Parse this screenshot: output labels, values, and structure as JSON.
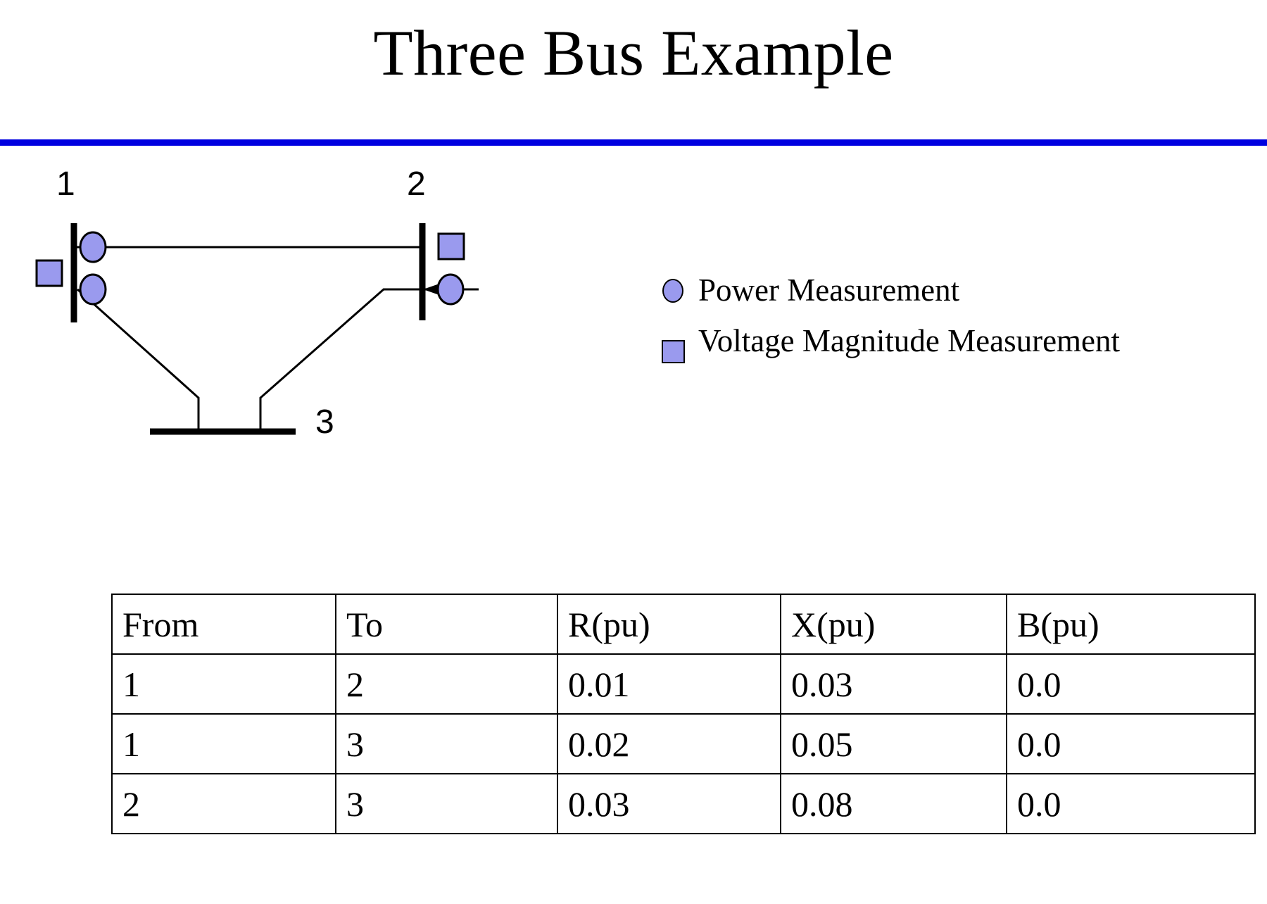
{
  "slide": {
    "title": "Three Bus Example",
    "rule_color": "#0000e0"
  },
  "diagram": {
    "name": "three-bus-one-line-diagram",
    "bus_labels": {
      "bus1": "1",
      "bus2": "2",
      "bus3": "3"
    },
    "symbol_fill": "#9a9aee",
    "symbol_stroke": "#000000",
    "buses": [
      {
        "id": "1",
        "label": "1",
        "type": "vertical-bar"
      },
      {
        "id": "2",
        "label": "2",
        "type": "vertical-bar"
      },
      {
        "id": "3",
        "label": "3",
        "type": "horizontal-bar"
      }
    ],
    "branches": [
      {
        "from": "1",
        "to": "2"
      },
      {
        "from": "1",
        "to": "3"
      },
      {
        "from": "2",
        "to": "3"
      }
    ],
    "measurements": [
      {
        "kind": "power",
        "symbol": "circle",
        "at": "bus1-line12"
      },
      {
        "kind": "power",
        "symbol": "circle",
        "at": "bus1-line13"
      },
      {
        "kind": "power",
        "symbol": "circle",
        "at": "bus2-injection"
      },
      {
        "kind": "voltage-magnitude",
        "symbol": "square",
        "at": "bus1"
      },
      {
        "kind": "voltage-magnitude",
        "symbol": "square",
        "at": "bus2"
      }
    ],
    "injection_arrow": {
      "at": "bus2",
      "direction": "left"
    }
  },
  "legend": {
    "items": [
      {
        "symbol": "circle",
        "label": "Power Measurement"
      },
      {
        "symbol": "square",
        "label": "Voltage Magnitude Measurement"
      }
    ]
  },
  "table": {
    "headers": [
      "From",
      "To",
      "R(pu)",
      "X(pu)",
      "B(pu)"
    ],
    "rows": [
      [
        "1",
        "2",
        "0.01",
        "0.03",
        "0.0"
      ],
      [
        "1",
        "3",
        "0.02",
        "0.05",
        "0.0"
      ],
      [
        "2",
        "3",
        "0.03",
        "0.08",
        "0.0"
      ]
    ]
  }
}
